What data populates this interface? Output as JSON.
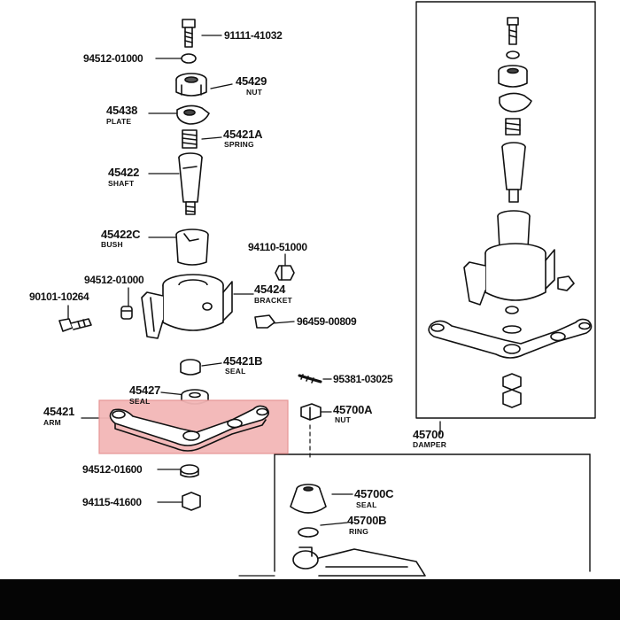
{
  "colors": {
    "ink": "#111111",
    "highlight_fill": "#f3b7b7",
    "highlight_stroke": "#e58f8f",
    "bottom_bar": "#050505"
  },
  "parts": {
    "bolt_top": "91111-41032",
    "washer_top": "94512-01000",
    "nut_45429": {
      "number": "45429",
      "name": "NUT"
    },
    "plate_45438": {
      "number": "45438",
      "name": "PLATE"
    },
    "spring_45421A": {
      "number": "45421A",
      "name": "SPRING"
    },
    "shaft_45422": {
      "number": "45422",
      "name": "SHAFT"
    },
    "bush_45422C": {
      "number": "45422C",
      "name": "BUSH"
    },
    "nut_94110": "94110-51000",
    "washer_mid": "94512-01000",
    "bolt_90101": "90101-10264",
    "bracket_45424": {
      "number": "45424",
      "name": "BRACKET"
    },
    "nut_96459": "96459-00809",
    "seal_45421B": {
      "number": "45421B",
      "name": "SEAL"
    },
    "pin_95381": "95381-03025",
    "seal_45427": {
      "number": "45427",
      "name": "SEAL"
    },
    "arm_45421": {
      "number": "45421",
      "name": "ARM"
    },
    "nut_45700A": {
      "number": "45700A",
      "name": "NUT"
    },
    "washer_bottom": "94512-01600",
    "nut_bottom": "94115-41600",
    "damper_45700": {
      "number": "45700",
      "name": "DAMPER"
    },
    "seal_45700C": {
      "number": "45700C",
      "name": "SEAL"
    },
    "ring_45700B": {
      "number": "45700B",
      "name": "RING"
    }
  }
}
